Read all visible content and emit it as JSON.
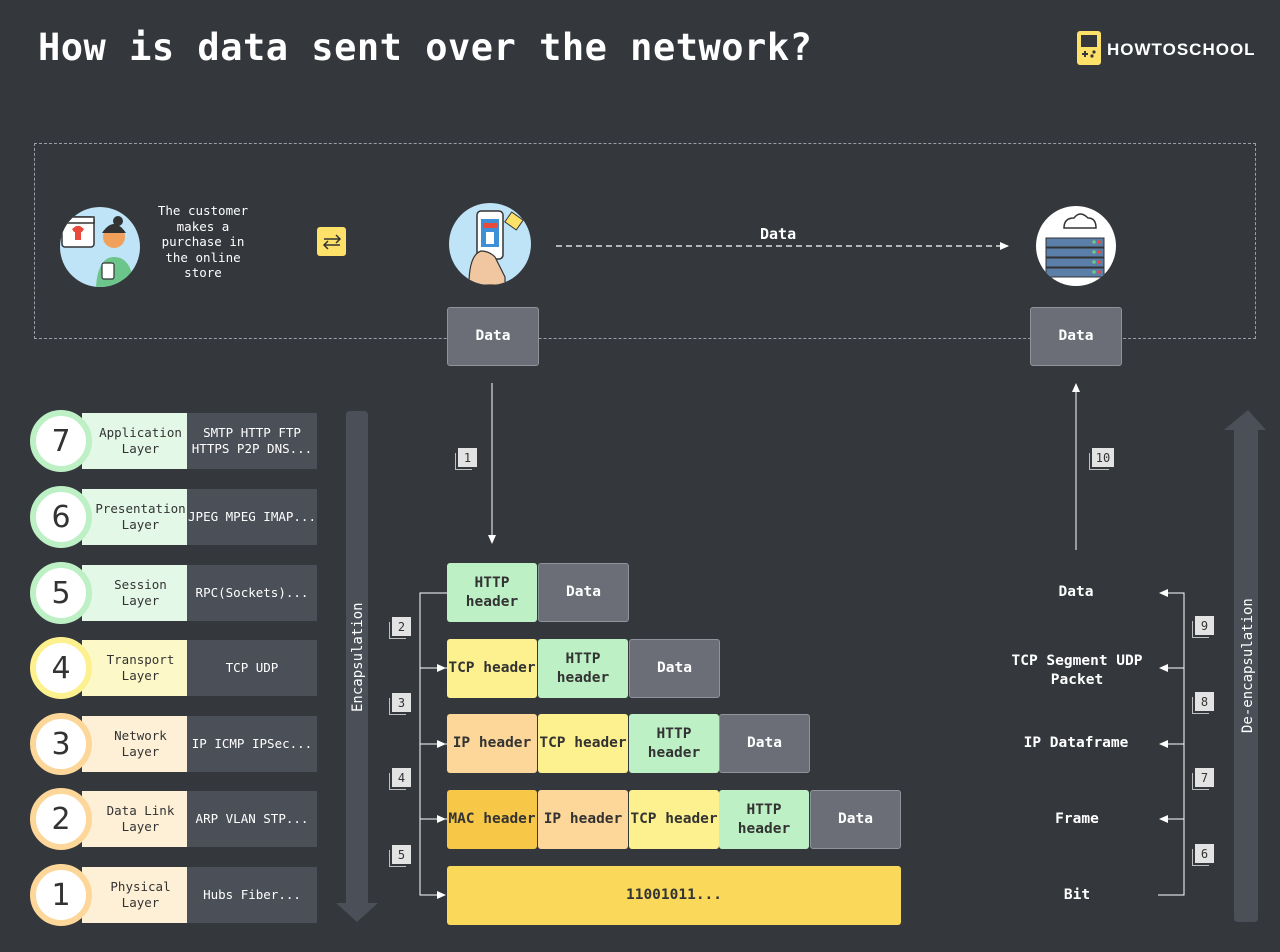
{
  "title": "How is data sent over the network?",
  "logo": {
    "text": "HOWTOSCHOOL"
  },
  "customer_text": "The customer makes a purchase in the online store",
  "transfer_label": "Data",
  "data_label": "Data",
  "layers": [
    {
      "number": "7",
      "name": "Application Layer",
      "protocols": "SMTP HTTP FTP HTTPS P2P DNS...",
      "color": "#bdf0c4",
      "fill": "#e3f8e6"
    },
    {
      "number": "6",
      "name": "Presentation Layer",
      "protocols": "JPEG MPEG IMAP...",
      "color": "#bdf0c4",
      "fill": "#e3f8e6"
    },
    {
      "number": "5",
      "name": "Session Layer",
      "protocols": "RPC(Sockets)...",
      "color": "#bdf0c4",
      "fill": "#e3f8e6"
    },
    {
      "number": "4",
      "name": "Transport Layer",
      "protocols": "TCP UDP",
      "color": "#fdf18f",
      "fill": "#fdf8c8"
    },
    {
      "number": "3",
      "name": "Network Layer",
      "protocols": "IP ICMP IPSec...",
      "color": "#fdd79a",
      "fill": "#fdf0d6"
    },
    {
      "number": "2",
      "name": "Data Link Layer",
      "protocols": "ARP VLAN STP...",
      "color": "#fdd79a",
      "fill": "#fdf0d6"
    },
    {
      "number": "1",
      "name": "Physical Layer",
      "protocols": "Hubs Fiber...",
      "color": "#fdd79a",
      "fill": "#fdf0d6"
    }
  ],
  "encapsulation_label": "Encapsulation",
  "deencapsulation_label": "De-encapsulation",
  "headers": {
    "http": "HTTP header",
    "tcp": "TCP header",
    "ip": "IP header",
    "mac": "MAC header"
  },
  "bits": "11001011...",
  "steps": [
    "1",
    "2",
    "3",
    "4",
    "5",
    "6",
    "7",
    "8",
    "9",
    "10"
  ],
  "right_labels": {
    "data": "Data",
    "segment": "TCP Segment UDP Packet",
    "dataframe": "IP Dataframe",
    "frame": "Frame",
    "bit": "Bit"
  },
  "colors": {
    "background": "#34373c",
    "data_box": "#6b6e77",
    "http": "#bdf0c4",
    "tcp": "#fdf18f",
    "ip": "#fdd79a",
    "mac": "#f7c847",
    "bits": "#f9d85a",
    "accent": "#fde168"
  }
}
